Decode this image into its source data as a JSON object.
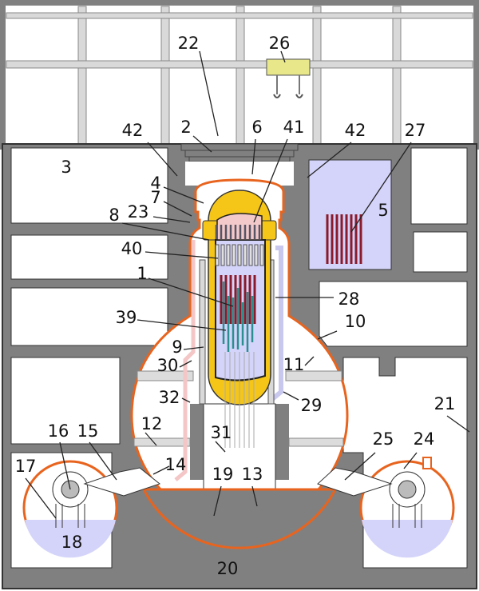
{
  "diagram": {
    "title": "Boiling water reactor building cross-section",
    "colors": {
      "concrete": "#808080",
      "containment": "#e8641e",
      "vessel": "#f5c518",
      "water": "#d4d4fa",
      "fuel": "#8b1a2a",
      "control_rod": "#2a8f8f",
      "floor_slab": "#dcdcdc"
    },
    "labels": [
      {
        "id": "l22",
        "text": "22"
      },
      {
        "id": "l26",
        "text": "26"
      },
      {
        "id": "l2",
        "text": "2"
      },
      {
        "id": "l6",
        "text": "6"
      },
      {
        "id": "l41",
        "text": "41"
      },
      {
        "id": "l42a",
        "text": "42"
      },
      {
        "id": "l42b",
        "text": "42"
      },
      {
        "id": "l27",
        "text": "27"
      },
      {
        "id": "l3",
        "text": "3"
      },
      {
        "id": "l4",
        "text": "4"
      },
      {
        "id": "l7",
        "text": "7"
      },
      {
        "id": "l23",
        "text": "23"
      },
      {
        "id": "l8",
        "text": "8"
      },
      {
        "id": "l5",
        "text": "5"
      },
      {
        "id": "l40",
        "text": "40"
      },
      {
        "id": "l1",
        "text": "1"
      },
      {
        "id": "l28",
        "text": "28"
      },
      {
        "id": "l39",
        "text": "39"
      },
      {
        "id": "l10",
        "text": "10"
      },
      {
        "id": "l9",
        "text": "9"
      },
      {
        "id": "l30",
        "text": "30"
      },
      {
        "id": "l11",
        "text": "11"
      },
      {
        "id": "l32",
        "text": "32"
      },
      {
        "id": "l29",
        "text": "29"
      },
      {
        "id": "l21",
        "text": "21"
      },
      {
        "id": "l12",
        "text": "12"
      },
      {
        "id": "l31",
        "text": "31"
      },
      {
        "id": "l16",
        "text": "16"
      },
      {
        "id": "l15",
        "text": "15"
      },
      {
        "id": "l25",
        "text": "25"
      },
      {
        "id": "l24",
        "text": "24"
      },
      {
        "id": "l17",
        "text": "17"
      },
      {
        "id": "l14",
        "text": "14"
      },
      {
        "id": "l19",
        "text": "19"
      },
      {
        "id": "l13",
        "text": "13"
      },
      {
        "id": "l18",
        "text": "18"
      },
      {
        "id": "l20",
        "text": "20"
      }
    ]
  }
}
